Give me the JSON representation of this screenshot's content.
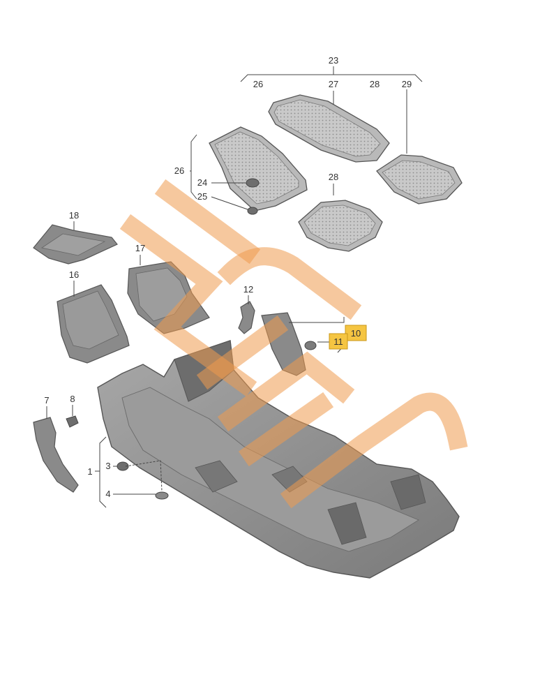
{
  "callouts": {
    "c1": "1",
    "c3": "3",
    "c4": "4",
    "c7": "7",
    "c8": "8",
    "c10": "10",
    "c11": "11",
    "c12": "12",
    "c16": "16",
    "c17": "17",
    "c18": "18",
    "c23": "23",
    "c24": "24",
    "c25": "25",
    "c26": "26",
    "c26b": "26",
    "c27": "27",
    "c28": "28",
    "c28b": "28",
    "c29": "29"
  },
  "highlighted_callouts": [
    "10",
    "11"
  ],
  "colors": {
    "highlight": "#f5c542",
    "watermark": "#ef9a4e",
    "part_fill": "#8a8a8a"
  }
}
